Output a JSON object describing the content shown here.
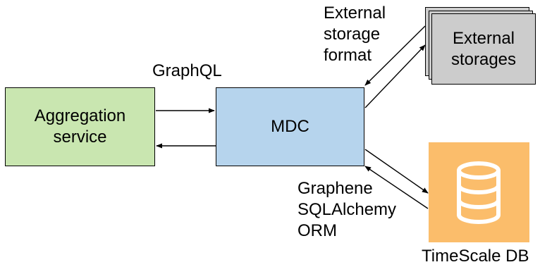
{
  "nodes": {
    "aggregation": {
      "line1": "Aggregation",
      "line2": "service"
    },
    "mdc": {
      "label": "MDC"
    },
    "external": {
      "line1": "External",
      "line2": "storages"
    },
    "timescale": {
      "label": "TimeScale DB",
      "icon": "database-icon"
    }
  },
  "edges": {
    "graphql": {
      "label": "GraphQL"
    },
    "external_format": {
      "line1": "External",
      "line2": "storage",
      "line3": "format"
    },
    "orm": {
      "line1": "Graphene",
      "line2": "SQLAlchemy",
      "line3": "ORM"
    }
  },
  "colors": {
    "aggregation_fill": "#c9e6b0",
    "mdc_fill": "#b6d4ed",
    "external_fill": "#cccccc",
    "timescale_fill": "#fbbd6b"
  }
}
